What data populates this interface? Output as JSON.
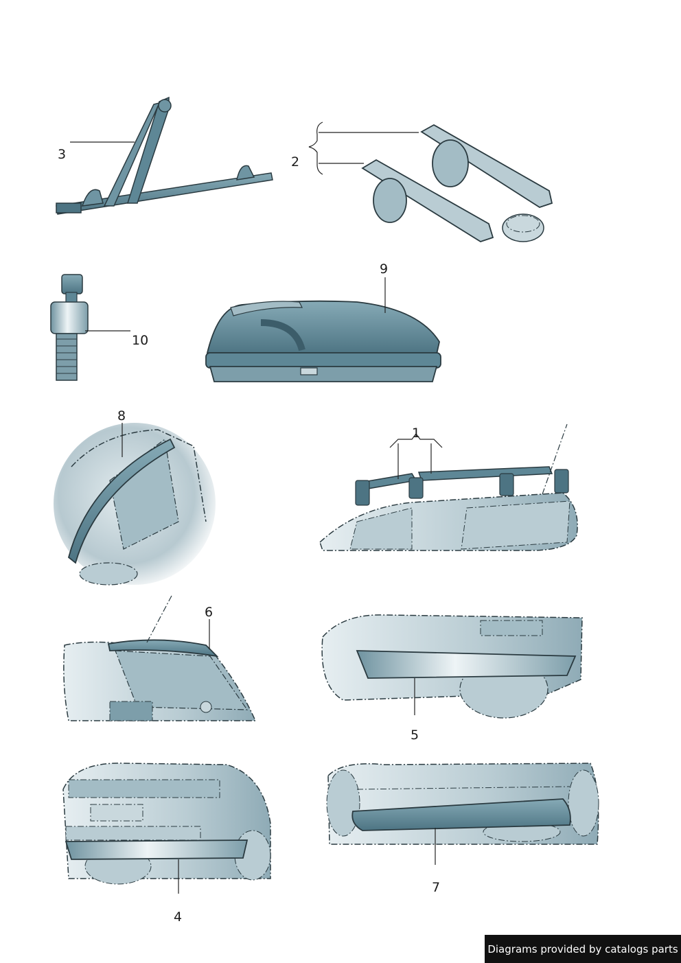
{
  "callouts": {
    "c1": "1",
    "c2": "2",
    "c3": "3",
    "c4": "4",
    "c5": "5",
    "c6": "6",
    "c7": "7",
    "c8": "8",
    "c9": "9",
    "c10": "10"
  },
  "illustrations": {
    "bike_carrier": "bike-carrier-icon",
    "ski_holders": "ski-holder-pair-icon",
    "lock_bolt": "locking-bolt-icon",
    "roof_box": "roof-box-icon",
    "window_deflector": "window-deflector-icon",
    "roof_bars": "roof-bars-icon",
    "rear_spoiler": "rear-spoiler-icon",
    "rear_valance": "rear-valance-icon",
    "front_spoiler": "front-spoiler-icon",
    "side_skirt": "side-skirt-icon"
  },
  "colors": {
    "part_fill": "#5e8796",
    "part_dark": "#3c5d6a",
    "car_fill": "#c6d6dc",
    "outline": "#2a3a40"
  },
  "footer": {
    "credit": "Diagrams provided by catalogs parts"
  }
}
